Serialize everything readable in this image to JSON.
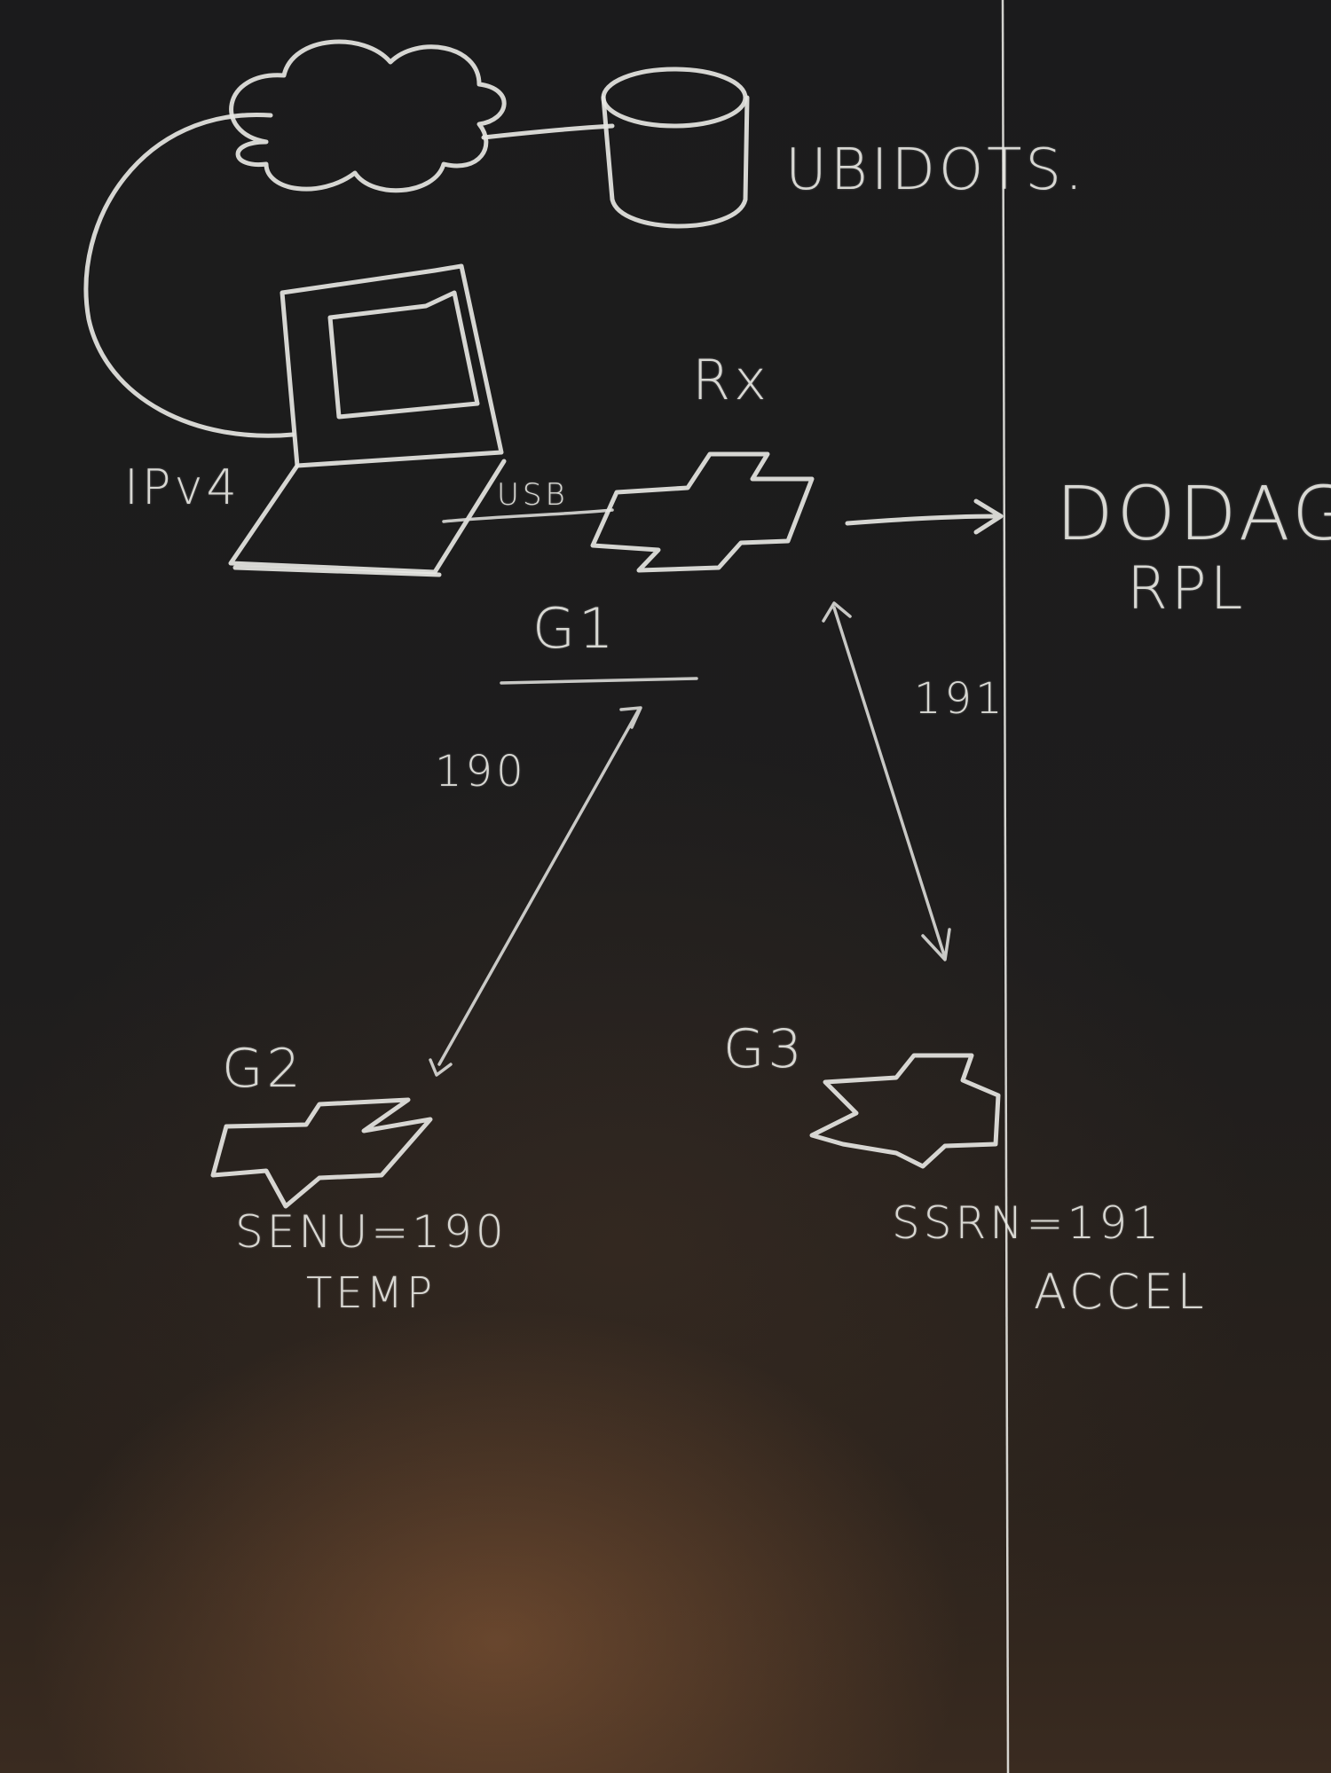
{
  "labels": {
    "ubidots": "UBIDOTS.",
    "ipv4": "IPv4",
    "usb": "USB",
    "rx": "Rx",
    "g1": "G1",
    "dodag": "DODAG",
    "rpl": "RPL",
    "link_190": "190",
    "link_191": "191",
    "g2": "G2",
    "g2_sensor": "SENU=190",
    "g2_type": "TEMP",
    "g3": "G3",
    "g3_sensor": "SSRN=191",
    "g3_type": "ACCEL"
  },
  "colors": {
    "board": "#1c1c1c",
    "chalk": "#e6e6e2"
  }
}
